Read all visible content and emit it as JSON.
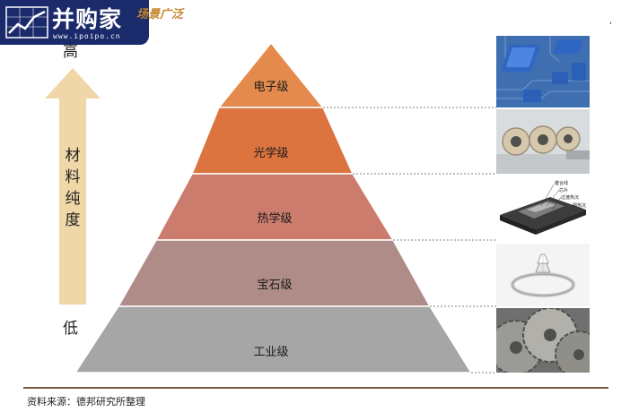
{
  "logo": {
    "name": "并购家",
    "url": "www.ipoipo.cn"
  },
  "header": {
    "title_fragment": "场景广泛",
    "corner_mark": ","
  },
  "axis": {
    "high": "高",
    "low": "低",
    "label": "材料纯度",
    "arrow_color": "#efd7a8"
  },
  "pyramid": {
    "tiers": [
      {
        "label": "电子级",
        "color": "#e48a4c"
      },
      {
        "label": "光学级",
        "color": "#dc7440"
      },
      {
        "label": "热学级",
        "color": "#cc7c6c"
      },
      {
        "label": "宝石级",
        "color": "#b08c88"
      },
      {
        "label": "工业级",
        "color": "#a6a6a6"
      }
    ]
  },
  "photos": [
    {
      "subject": "chip-board"
    },
    {
      "subject": "optical-lenses"
    },
    {
      "subject": "heat-sink",
      "callouts": [
        "键合线",
        "芯片",
        "过渡热沉",
        "铜热沉"
      ]
    },
    {
      "subject": "diamond-ring"
    },
    {
      "subject": "saw-blades"
    }
  ],
  "source": "资料来源：德邦研究所整理"
}
